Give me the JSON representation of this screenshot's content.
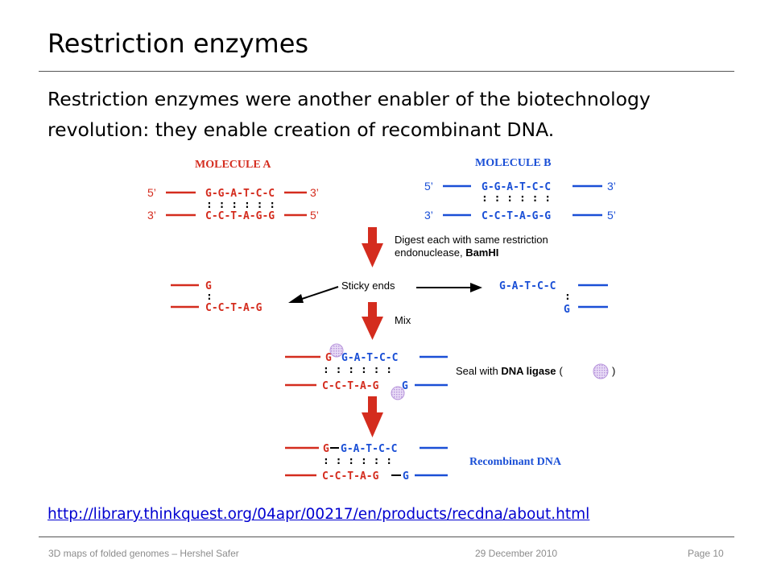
{
  "slide": {
    "title": "Restriction enzymes",
    "body": "Restriction enzymes were another enabler of the biotechnology revolution: they enable creation of recombinant DNA.",
    "link": "http://library.thinkquest.org/04apr/00217/en/products/recdna/about.html"
  },
  "footer": {
    "left": "3D maps of folded genomes – Hershel Safer",
    "center": "29 December 2010",
    "right": "Page 10"
  },
  "colors": {
    "molecule_a": "#d42c1e",
    "molecule_b": "#1a4fd6",
    "arrow": "#d42c1e",
    "ligase": "#c8a6e6",
    "link": "#0000d0"
  },
  "diagram": {
    "molecule_a_label": "MOLECULE A",
    "molecule_b_label": "MOLECULE B",
    "five_prime": "5’",
    "three_prime": "3’",
    "a_top_seq": "G-G-A-T-C-C",
    "a_bottom_seq": "C-C-T-A-G-G",
    "b_top_seq": "G-G-A-T-C-C",
    "b_bottom_seq": "C-C-T-A-G-G",
    "pairing": ": : : : : :",
    "digest_line1": "Digest each with same restriction",
    "digest_line2_prefix": "endonuclease, ",
    "digest_enzyme": "BamHI",
    "sticky_ends": "Sticky ends",
    "left_fragment_top": "G",
    "left_fragment_colon": ":",
    "left_fragment_bottom": "C-C-T-A-G",
    "right_fragment_top": "G-A-T-C-C",
    "right_fragment_colon": ":",
    "right_fragment_bottom": "G",
    "mix": "Mix",
    "mixed_top_a": "G",
    "mixed_top_b": "G-A-T-C-C",
    "mixed_bottom_a": "C-C-T-A-G",
    "mixed_bottom_b": "G",
    "seal_prefix": "Seal with ",
    "seal_enzyme": "DNA ligase",
    "seal_open": "(",
    "seal_close": ")",
    "recombinant_label": "Recombinant DNA",
    "final_top_a": "G",
    "final_top_b": "G-A-T-C-C",
    "final_bottom_a": "C-C-T-A-G",
    "final_bottom_b": "G"
  }
}
